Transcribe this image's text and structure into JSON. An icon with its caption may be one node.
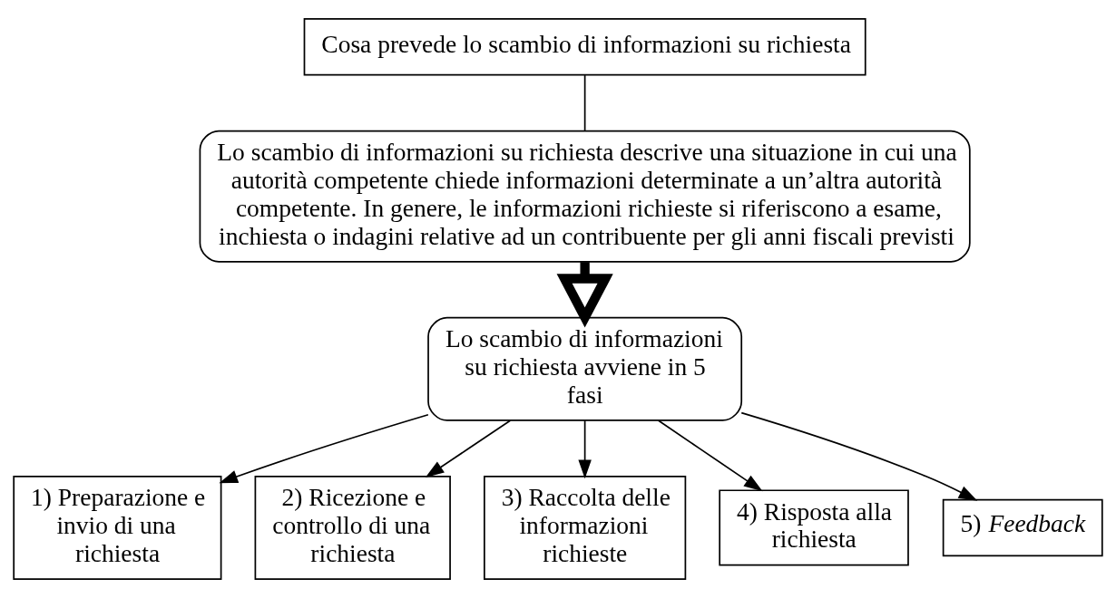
{
  "diagram": {
    "nodes": [
      {
        "text": [
          "Cosa prevede lo scambio di informazioni su richiesta"
        ]
      },
      {
        "text": [
          "Lo scambio di informazioni su richiesta descrive una situazione in cui una autorità competente chiede informazioni determinate a un’altra autorità competente. In genere, le informazioni richieste si riferiscono a esame, inchiesta o indagini relative ad un contribuente per gli anni fiscali previsti"
        ]
      },
      {
        "text": [
          "Lo scambio di informazioni su richiesta avviene in 5 fasi"
        ]
      },
      {
        "text": [
          "1) Preparazione e invio di una richiesta"
        ]
      },
      {
        "text": [
          "2) Ricezione e controllo di una richiesta"
        ]
      },
      {
        "text": [
          "3) Raccolta delle informazioni richieste"
        ]
      },
      {
        "text": [
          "4) Risposta alla richiesta"
        ]
      },
      {
        "text": [
          "5) *Feedback*"
        ]
      }
    ],
    "edges": [
      {
        "from": 0,
        "to": 1,
        "arrow": "none"
      },
      {
        "from": 1,
        "to": 2,
        "arrow": "to",
        "style": "thick"
      },
      {
        "from": 2,
        "to": 3,
        "arrow": "to"
      },
      {
        "from": 2,
        "to": 4,
        "arrow": "to"
      },
      {
        "from": 2,
        "to": 5,
        "arrow": "to"
      },
      {
        "from": 2,
        "to": 6,
        "arrow": "to"
      },
      {
        "from": 2,
        "to": 7,
        "arrow": "to"
      }
    ]
  }
}
